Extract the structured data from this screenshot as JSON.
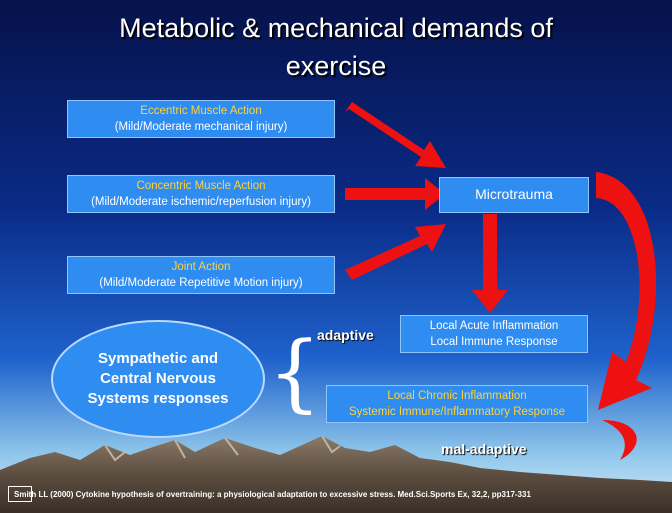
{
  "title": {
    "line1": "Metabolic & mechanical demands of",
    "line2": "exercise"
  },
  "boxes": {
    "eccentric": {
      "label": "Eccentric Muscle Action",
      "detail": "(Mild/Moderate mechanical injury)"
    },
    "concentric": {
      "label": "Concentric Muscle Action",
      "detail": "(Mild/Moderate ischemic/reperfusion injury)"
    },
    "joint": {
      "label": "Joint Action",
      "detail": "(Mild/Moderate Repetitive Motion injury)"
    },
    "microtrauma": {
      "label": "Microtrauma"
    },
    "acute": {
      "line1": "Local Acute Inflammation",
      "line2": "Local Immune Response"
    },
    "chronic": {
      "line1": "Local Chronic Inflammation",
      "line2": "Systemic Immune/Inflammatory Response"
    }
  },
  "labels": {
    "adaptive": "adaptive",
    "maladaptive": "mal-adaptive"
  },
  "ellipse": {
    "text": "Sympathetic and Central Nervous Systems responses"
  },
  "brace": "{",
  "citation": "Smith LL (2000) Cytokine hypothesis of overtraining: a physiological adaptation to excessive stress. Med.Sci.Sports Ex, 32,2, pp317-331",
  "colors": {
    "box_fill": "#2f8cf0",
    "arrow": "#ee1111",
    "label_yellow": "#ffd23c",
    "mountain": "#6b5a4a"
  }
}
